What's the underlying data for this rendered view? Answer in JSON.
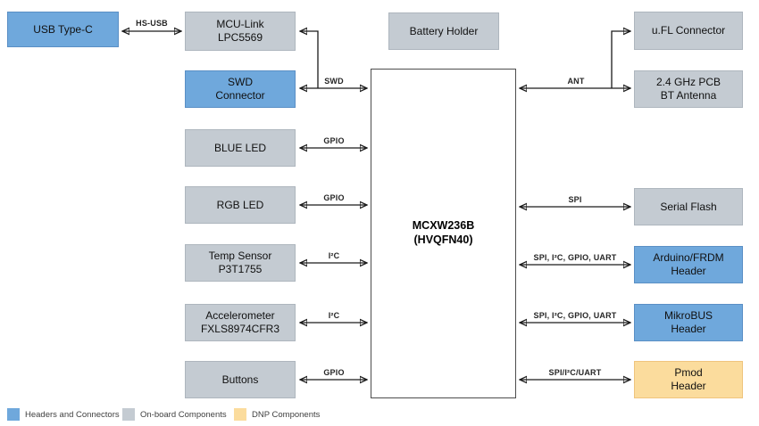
{
  "nodes": {
    "usb": {
      "label": "USB Type-C"
    },
    "mcu_link": {
      "label": "MCU-Link\nLPC5569"
    },
    "swd_conn": {
      "label": "SWD\nConnector"
    },
    "blue_led": {
      "label": "BLUE LED"
    },
    "rgb_led": {
      "label": "RGB LED"
    },
    "temp": {
      "label": "Temp Sensor\nP3T1755"
    },
    "accel": {
      "label": "Accelerometer\nFXLS8974CFR3"
    },
    "buttons": {
      "label": "Buttons"
    },
    "battery": {
      "label": "Battery Holder"
    },
    "chip": {
      "label": "MCXW236B\n(HVQFN40)"
    },
    "ufl": {
      "label": "u.FL Connector"
    },
    "antenna": {
      "label": "2.4 GHz PCB\nBT Antenna"
    },
    "serial_flash": {
      "label": "Serial Flash"
    },
    "arduino": {
      "label": "Arduino/FRDM\nHeader"
    },
    "mikrobus": {
      "label": "MikroBUS\nHeader"
    },
    "pmod": {
      "label": "Pmod\nHeader"
    }
  },
  "buses": {
    "hs_usb": "HS-USB",
    "swd": "SWD",
    "gpio_blue_led": "GPIO",
    "gpio_rgb_led": "GPIO",
    "i2c_temp": "I²C",
    "i2c_accel": "I²C",
    "gpio_buttons": "GPIO",
    "ant": "ANT",
    "spi": "SPI",
    "arduino_bus": "SPI, I²C, GPIO, UART",
    "mikrobus_bus": "SPI, I²C, GPIO, UART",
    "pmod_bus": "SPI/I²C/UART"
  },
  "legend": {
    "items": [
      {
        "label": "Headers and Connectors",
        "color": "#6FA8DC"
      },
      {
        "label": "On-board Components",
        "color": "#C4CBD2"
      },
      {
        "label": "DNP Components",
        "color": "#FBDC9D"
      }
    ]
  },
  "colors": {
    "header_connector_fill": "#6FA8DC",
    "onboard_fill": "#C4CBD2",
    "dnp_fill": "#FBDC9D",
    "chip_border": "#4D4D4D",
    "wire": "#1A1A1A"
  }
}
